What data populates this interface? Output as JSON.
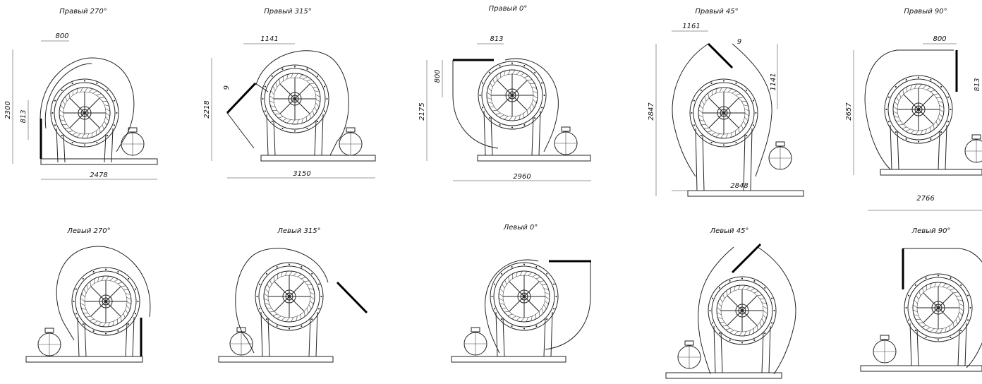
{
  "rows": [
    {
      "views": [
        {
          "title": "Правый 270°",
          "dims": [
            "800",
            "2300",
            "813",
            "2478"
          ]
        },
        {
          "title": "Правый 315°",
          "dims": [
            "1141",
            "9",
            "2218",
            "3150"
          ]
        },
        {
          "title": "Правый 0°",
          "dims": [
            "813",
            "800",
            "2175",
            "2960"
          ]
        },
        {
          "title": "Правый 45°",
          "dims": [
            "1161",
            "9",
            "1141",
            "2847",
            "2848"
          ]
        },
        {
          "title": "Правый 90°",
          "dims": [
            "800",
            "813",
            "2657",
            "2766"
          ]
        }
      ]
    },
    {
      "views": [
        {
          "title": "Левый 270°",
          "dims": []
        },
        {
          "title": "Левый 315°",
          "dims": []
        },
        {
          "title": "Левый 0°",
          "dims": []
        },
        {
          "title": "Левый 45°",
          "dims": []
        },
        {
          "title": "Левый 90°",
          "dims": []
        }
      ]
    }
  ],
  "line_color": "#222222",
  "outlet_color": "#000000"
}
